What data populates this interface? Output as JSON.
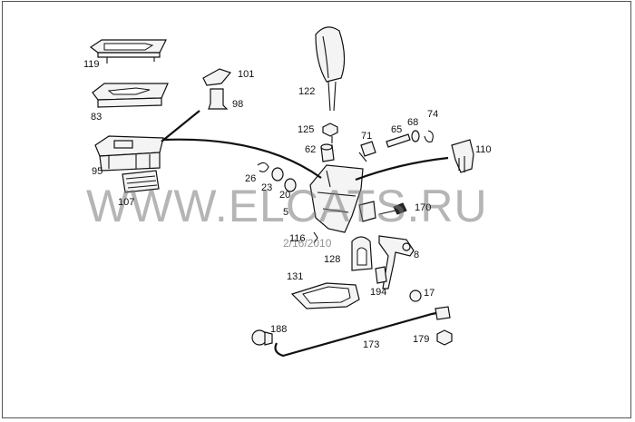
{
  "diagram": {
    "watermark": "WWW.ELCATS.RU",
    "date_stamp": "2/16/2010",
    "parts": {
      "p119": "119",
      "p83": "83",
      "p95": "95",
      "p107": "107",
      "p101": "101",
      "p98": "98",
      "p122": "122",
      "p125": "125",
      "p62": "62",
      "p71": "71",
      "p65": "65",
      "p68": "68",
      "p74": "74",
      "p110": "110",
      "p26": "26",
      "p23": "23",
      "p20": "20",
      "p5": "5",
      "p170": "170",
      "p116": "116",
      "p128": "128",
      "p8": "8",
      "p131": "131",
      "p194": "194",
      "p17": "17",
      "p188": "188",
      "p173": "173",
      "p179": "179"
    }
  }
}
